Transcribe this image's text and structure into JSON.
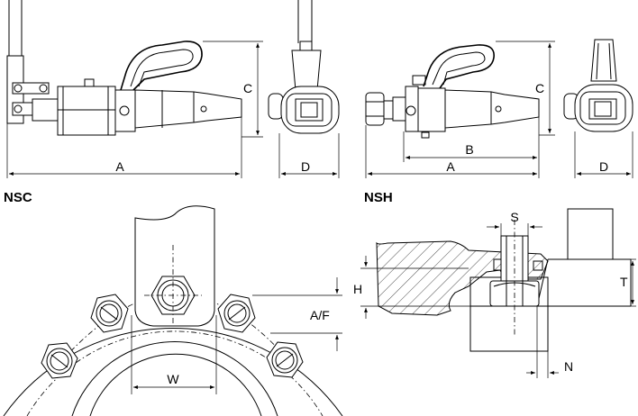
{
  "labels": {
    "nsc": "NSC",
    "nsh": "NSH",
    "dim_a_left": "A",
    "dim_c_left": "C",
    "dim_d_left": "D",
    "dim_a_right": "A",
    "dim_b_right": "B",
    "dim_c_right": "C",
    "dim_d_right": "D",
    "dim_w": "W",
    "dim_af": "A/F",
    "dim_s": "S",
    "dim_h": "H",
    "dim_t": "T",
    "dim_n": "N"
  },
  "colors": {
    "line": "#000000",
    "background": "#ffffff"
  }
}
